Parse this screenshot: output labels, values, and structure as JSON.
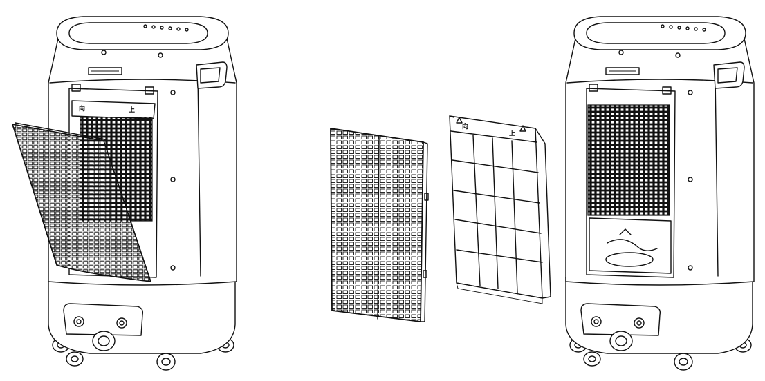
{
  "figure": {
    "panels": [
      {
        "id": "left",
        "state": "filter-panel-opening"
      },
      {
        "id": "middle",
        "state": "removed-parts"
      },
      {
        "id": "right",
        "state": "filter-panel-removed"
      }
    ],
    "markings": {
      "glyph_a": "向",
      "glyph_b": "上"
    },
    "colors": {
      "line": "#111111",
      "background": "#ffffff"
    }
  }
}
